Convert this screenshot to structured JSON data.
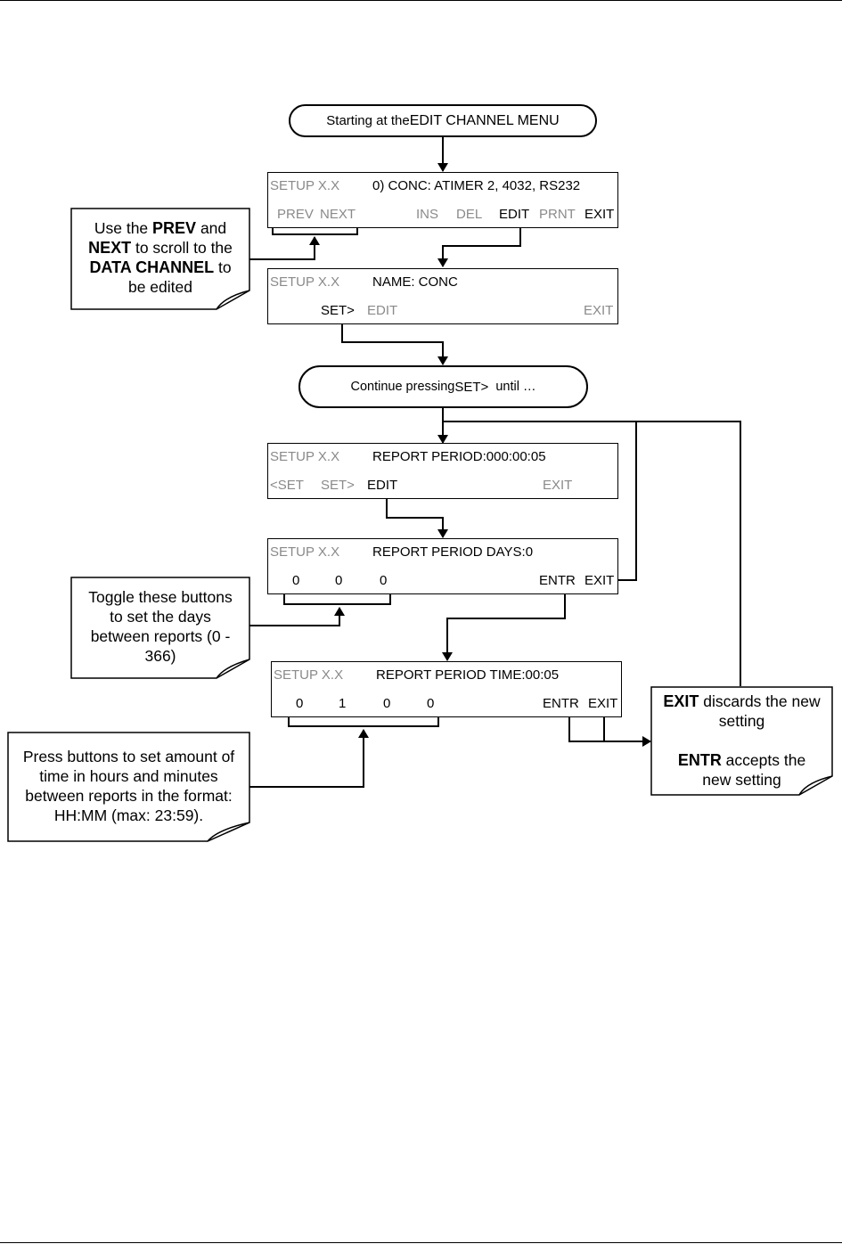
{
  "start_pill": {
    "prefix": "Starting at the ",
    "emph": "EDIT CHANNEL MENU"
  },
  "screen1": {
    "setup": "SETUP X.X",
    "line1": "0) CONC:  ATIMER 2, 4032, RS232",
    "buttons": {
      "prev": "PREV",
      "next": "NEXT",
      "ins": "INS",
      "del": "DEL",
      "edit": "EDIT",
      "prnt": "PRNT",
      "exit": "EXIT"
    }
  },
  "screen2": {
    "setup": "SETUP X.X",
    "line1": "NAME: CONC",
    "buttons": {
      "set": "SET>",
      "edit": "EDIT",
      "exit": "EXIT"
    }
  },
  "continue_pill": {
    "prefix": "Continue pressing ",
    "emph": "SET>",
    "suffix": "  until …"
  },
  "screen3": {
    "setup": "SETUP X.X",
    "line1": "REPORT PERIOD:000:00:05",
    "buttons": {
      "set_back": "<SET",
      "set_fwd": "SET>",
      "edit": "EDIT",
      "exit": "EXIT"
    }
  },
  "screen4": {
    "setup": "SETUP X.X",
    "line1": "REPORT PERIOD DAYS:0",
    "digits": [
      "0",
      "0",
      "0"
    ],
    "buttons": {
      "entr": "ENTR",
      "exit": "EXIT"
    }
  },
  "screen5": {
    "setup": "SETUP X.X",
    "line1": "REPORT PERIOD TIME:00:05",
    "digits": [
      "0",
      "1",
      "0",
      "0"
    ],
    "buttons": {
      "entr": "ENTR",
      "exit": "EXIT"
    }
  },
  "notes": {
    "prev_next": {
      "l1a": "Use the ",
      "l1b": "PREV",
      "l1c": " and",
      "l2a": "NEXT",
      "l2b": " to scroll to the",
      "l3a": "DATA CHANNEL",
      "l3b": " to",
      "l4": "be edited"
    },
    "days": {
      "l1": "Toggle these buttons",
      "l2": "to set the days",
      "l3": "between reports (0 -",
      "l4": "366)"
    },
    "time": {
      "l1": "Press buttons to set amount of",
      "l2": "time in hours and minutes",
      "l3": "between reports in the format:",
      "l4": "HH:MM (max: 23:59)."
    },
    "exit_entr": {
      "l1a": "EXIT",
      "l1b": " discards the new",
      "l2": "setting",
      "l3a": "ENTR",
      "l3b": " accepts the",
      "l4": "new setting"
    }
  }
}
